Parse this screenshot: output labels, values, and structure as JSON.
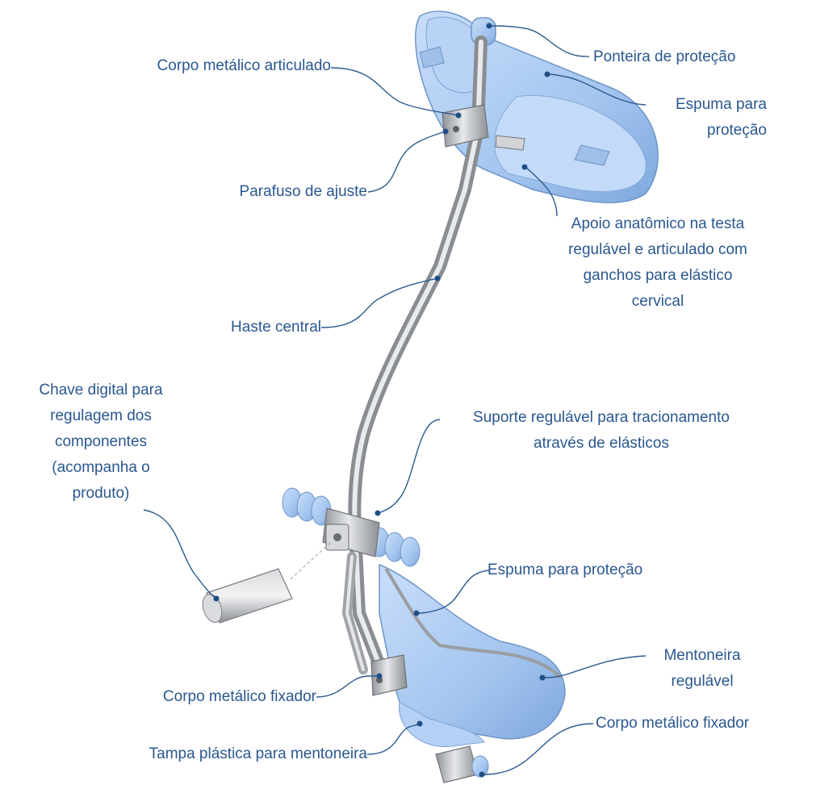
{
  "colors": {
    "label_text": "#2a5790",
    "leader_line": "#2c5a8f",
    "device_blue": "#a9c9ef",
    "device_blue_dark": "#7da6d8",
    "metal": "#b9bcc1",
    "metal_dark": "#8d9096"
  },
  "callouts": {
    "corpo_articulado": {
      "lines": [
        "Corpo metálico articulado"
      ]
    },
    "ponteira": {
      "lines": [
        "Ponteira de proteção"
      ]
    },
    "espuma_top": {
      "lines": [
        "Espuma para",
        "proteção"
      ]
    },
    "parafuso": {
      "lines": [
        "Parafuso de ajuste"
      ]
    },
    "apoio": {
      "lines": [
        "Apoio anatômico na testa",
        "regulável e articulado com",
        "ganchos para elástico",
        "cervical"
      ]
    },
    "haste": {
      "lines": [
        "Haste central"
      ]
    },
    "chave": {
      "lines": [
        "Chave digital para",
        "regulagem dos",
        "componentes",
        "(acompanha o",
        "produto)"
      ]
    },
    "suporte": {
      "lines": [
        "Suporte regulável para tracionamento",
        "através de elásticos"
      ]
    },
    "espuma_mid": {
      "lines": [
        "Espuma para proteção"
      ]
    },
    "mentoneira": {
      "lines": [
        "Mentoneira",
        "regulável"
      ]
    },
    "fixador_left": {
      "lines": [
        "Corpo metálico fixador"
      ]
    },
    "fixador_right": {
      "lines": [
        "Corpo metálico fixador"
      ]
    },
    "tampa": {
      "lines": [
        "Tampa plástica para mentoneira"
      ]
    }
  }
}
